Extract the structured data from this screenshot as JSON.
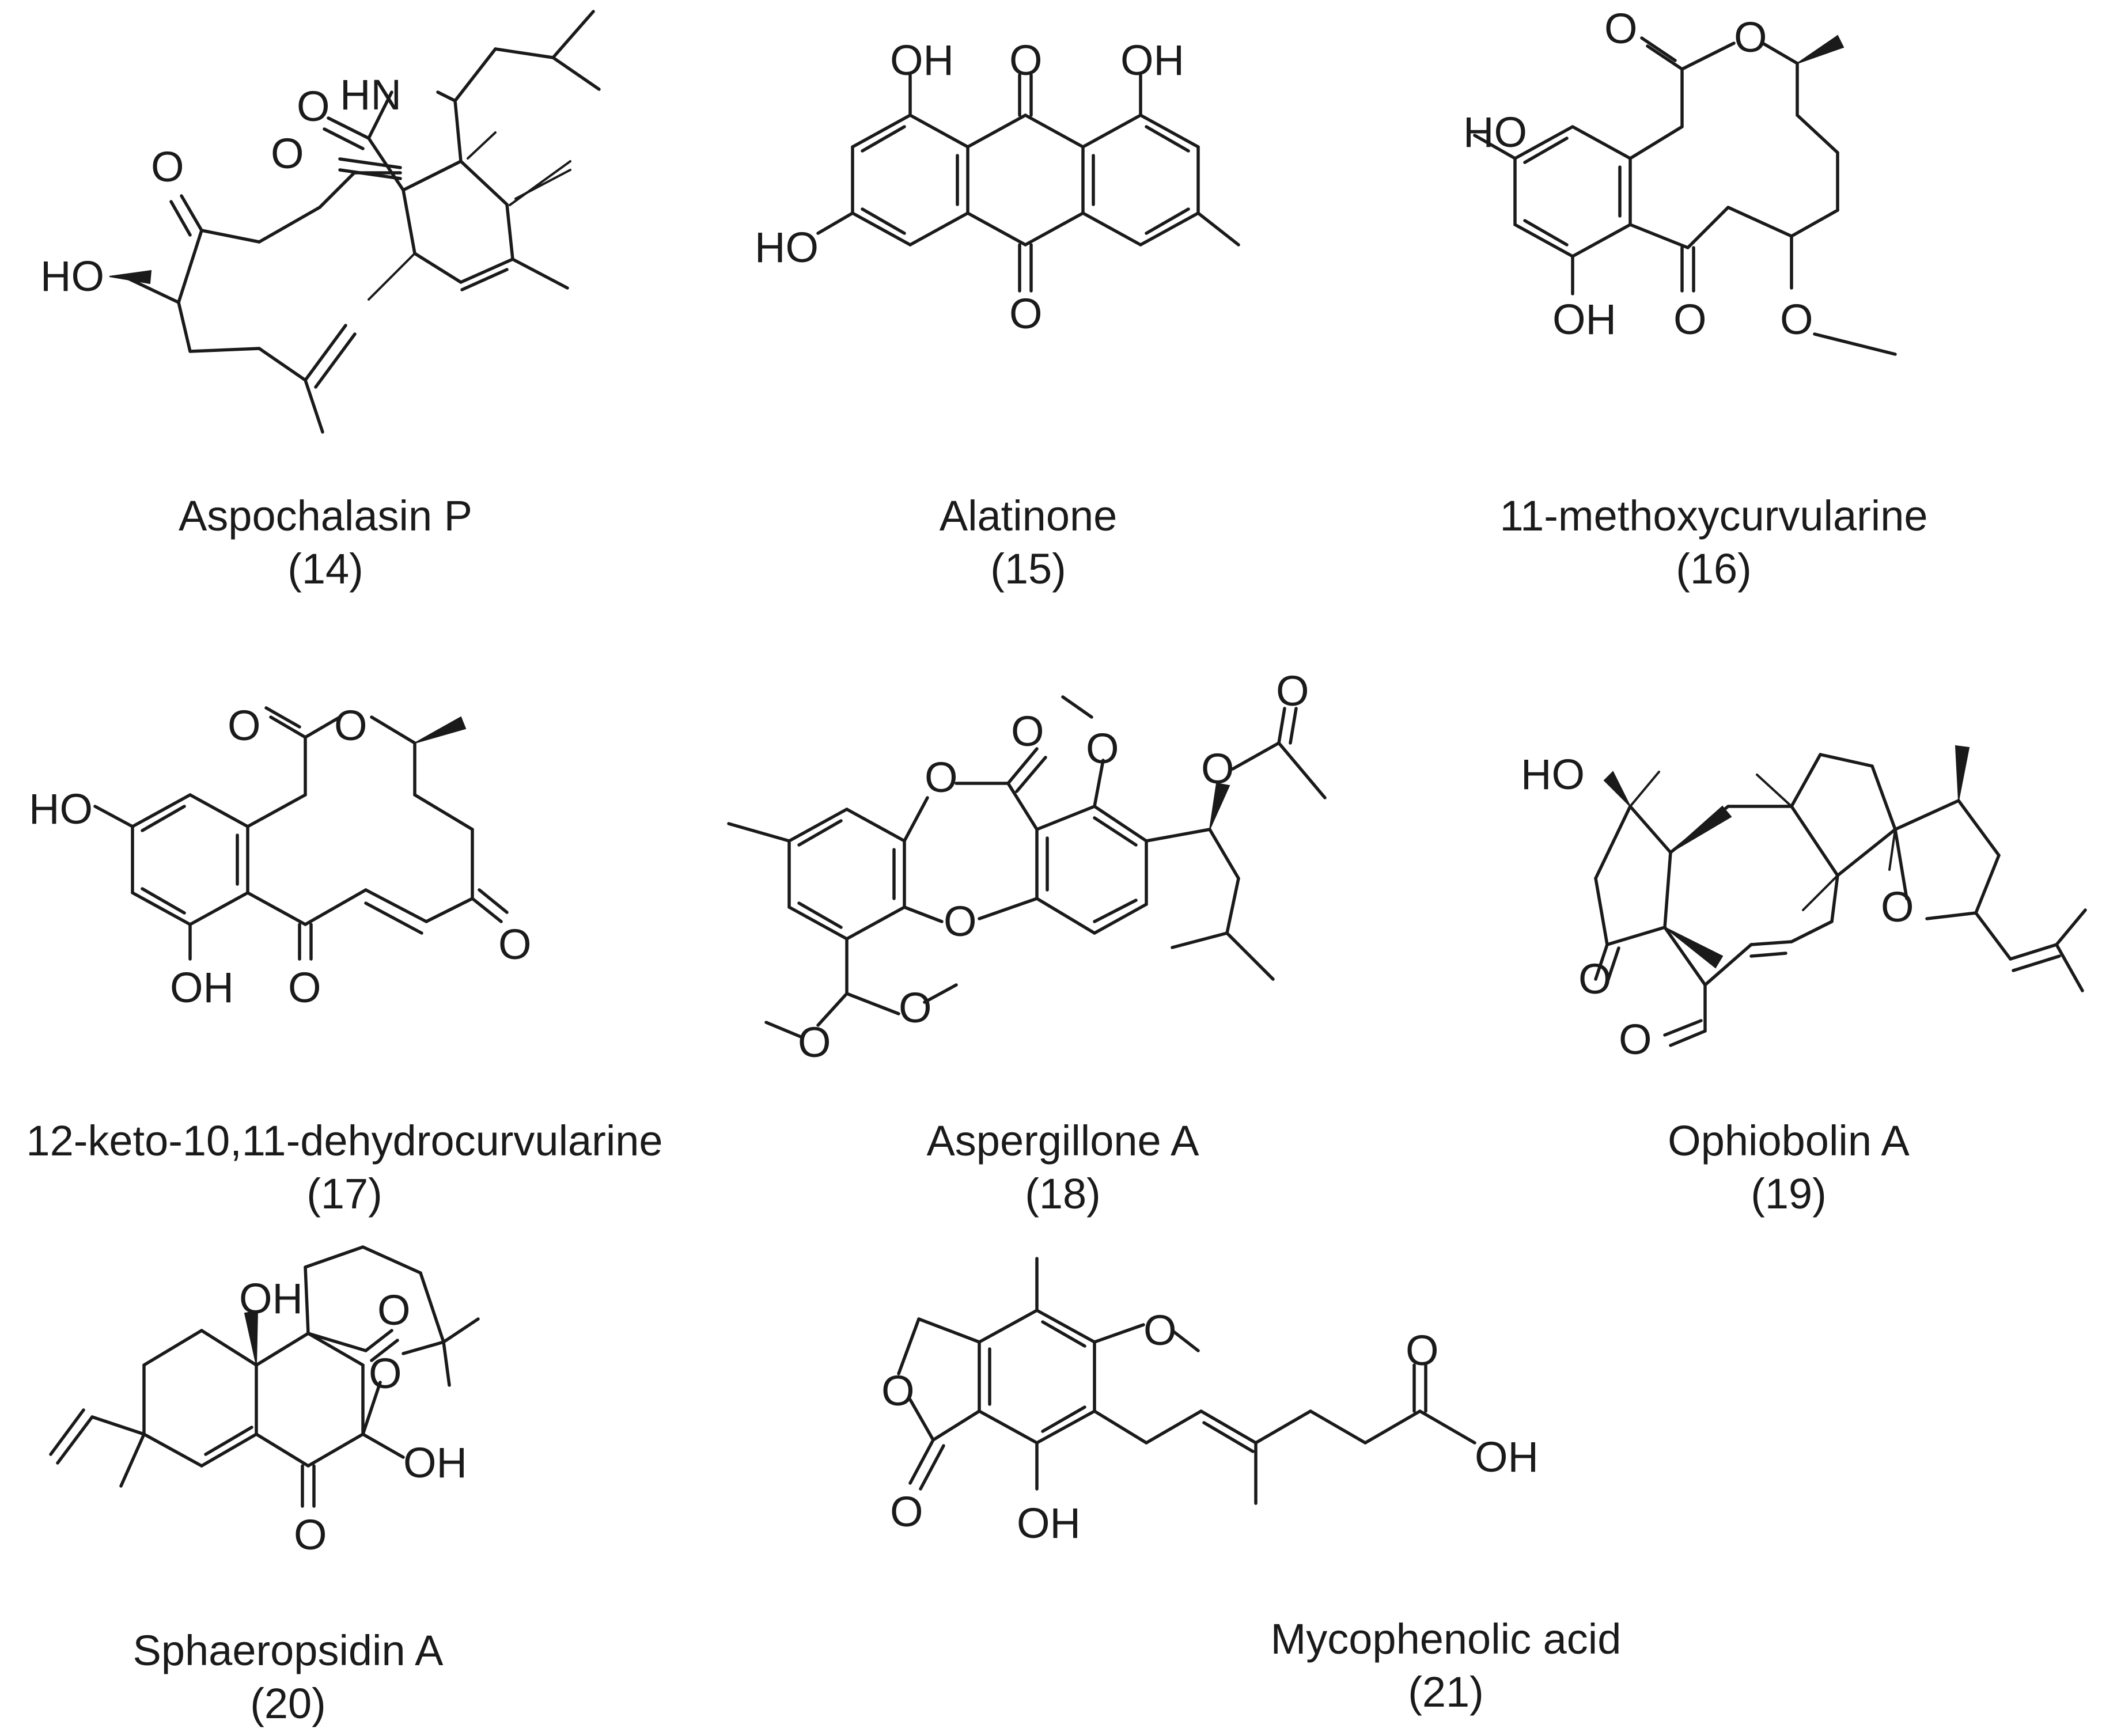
{
  "atoms": {
    "oh": "OH",
    "ho": "HO",
    "o": "O",
    "hn": "HN"
  },
  "compounds": [
    {
      "name": "Aspochalasin P",
      "number": "(14)"
    },
    {
      "name": "Alatinone",
      "number": "(15)"
    },
    {
      "name": "11-methoxycurvularine",
      "number": "(16)"
    },
    {
      "name": "12-keto-10,11-dehydrocurvularine",
      "number": "(17)"
    },
    {
      "name": "Aspergillone A",
      "number": "(18)"
    },
    {
      "name": "Ophiobolin A",
      "number": "(19)"
    },
    {
      "name": "Sphaeropsidin A",
      "number": "(20)"
    },
    {
      "name": "Mycophenolic acid",
      "number": "(21)"
    }
  ]
}
